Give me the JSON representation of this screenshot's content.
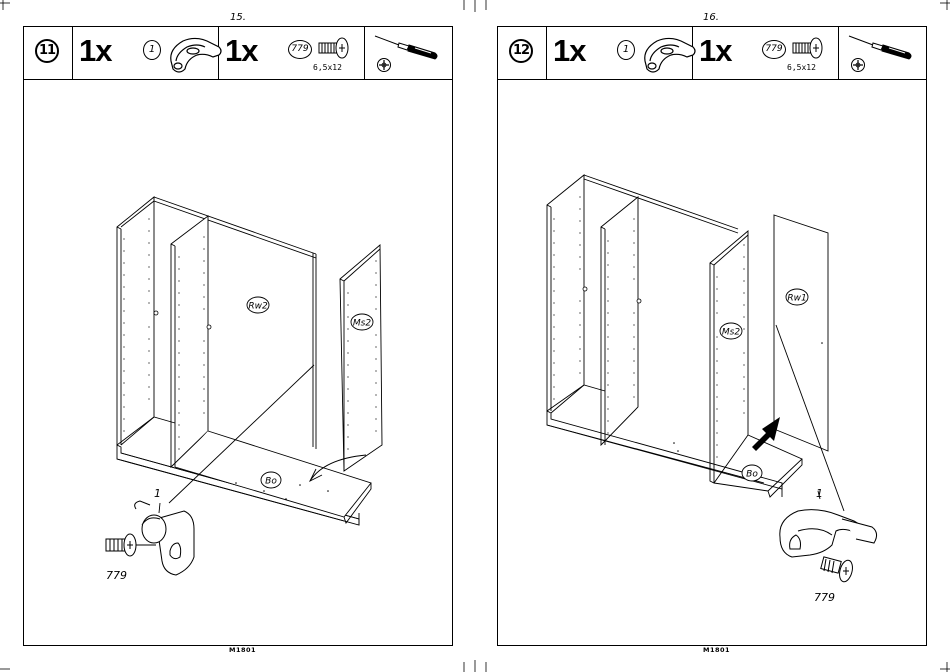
{
  "document": {
    "code": "M1801"
  },
  "pages": [
    {
      "page_number": "15.",
      "step": "11",
      "parts": [
        {
          "quantity": "1x",
          "part_number": "1",
          "icon": "cam-lock-icon"
        },
        {
          "quantity": "1x",
          "part_number": "779",
          "size": "6,5x12",
          "icon": "screw-icon"
        }
      ],
      "tool_icons": [
        "screwdriver-icon",
        "phillips-head-icon"
      ],
      "panel_labels": {
        "back_wall": "Rw2",
        "middle_side": "Ms2",
        "bottom": "Bo"
      },
      "callouts": {
        "cam": "1",
        "screw": "779"
      }
    },
    {
      "page_number": "16.",
      "step": "12",
      "parts": [
        {
          "quantity": "1x",
          "part_number": "1",
          "icon": "cam-lock-icon"
        },
        {
          "quantity": "1x",
          "part_number": "779",
          "size": "6,5x12",
          "icon": "screw-icon"
        }
      ],
      "tool_icons": [
        "screwdriver-icon",
        "phillips-head-icon"
      ],
      "panel_labels": {
        "back_wall": "Rw1",
        "middle_side": "Ms2",
        "bottom": "Bo"
      },
      "callouts": {
        "cam": "1",
        "screw": "779"
      }
    }
  ]
}
